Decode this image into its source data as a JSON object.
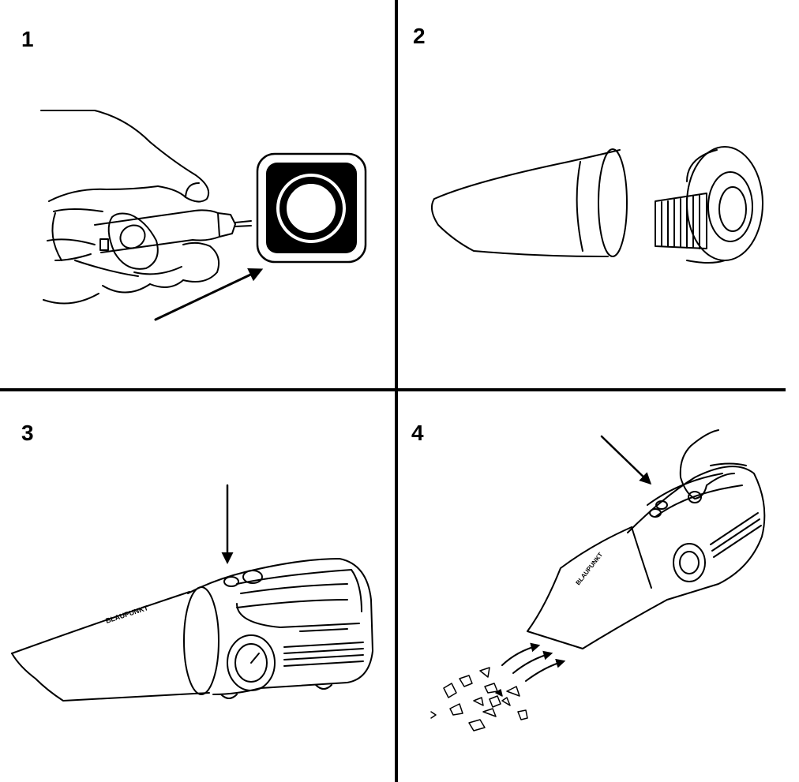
{
  "panels": [
    {
      "number": "1",
      "illustration": "plug-into-socket"
    },
    {
      "number": "2",
      "illustration": "nozzle-and-filter"
    },
    {
      "number": "3",
      "illustration": "press-power-button"
    },
    {
      "number": "4",
      "illustration": "vacuum-debris"
    }
  ],
  "device": {
    "brand": "BLAUPUNKT"
  },
  "colors": {
    "ink": "#000000",
    "paper": "#ffffff"
  }
}
